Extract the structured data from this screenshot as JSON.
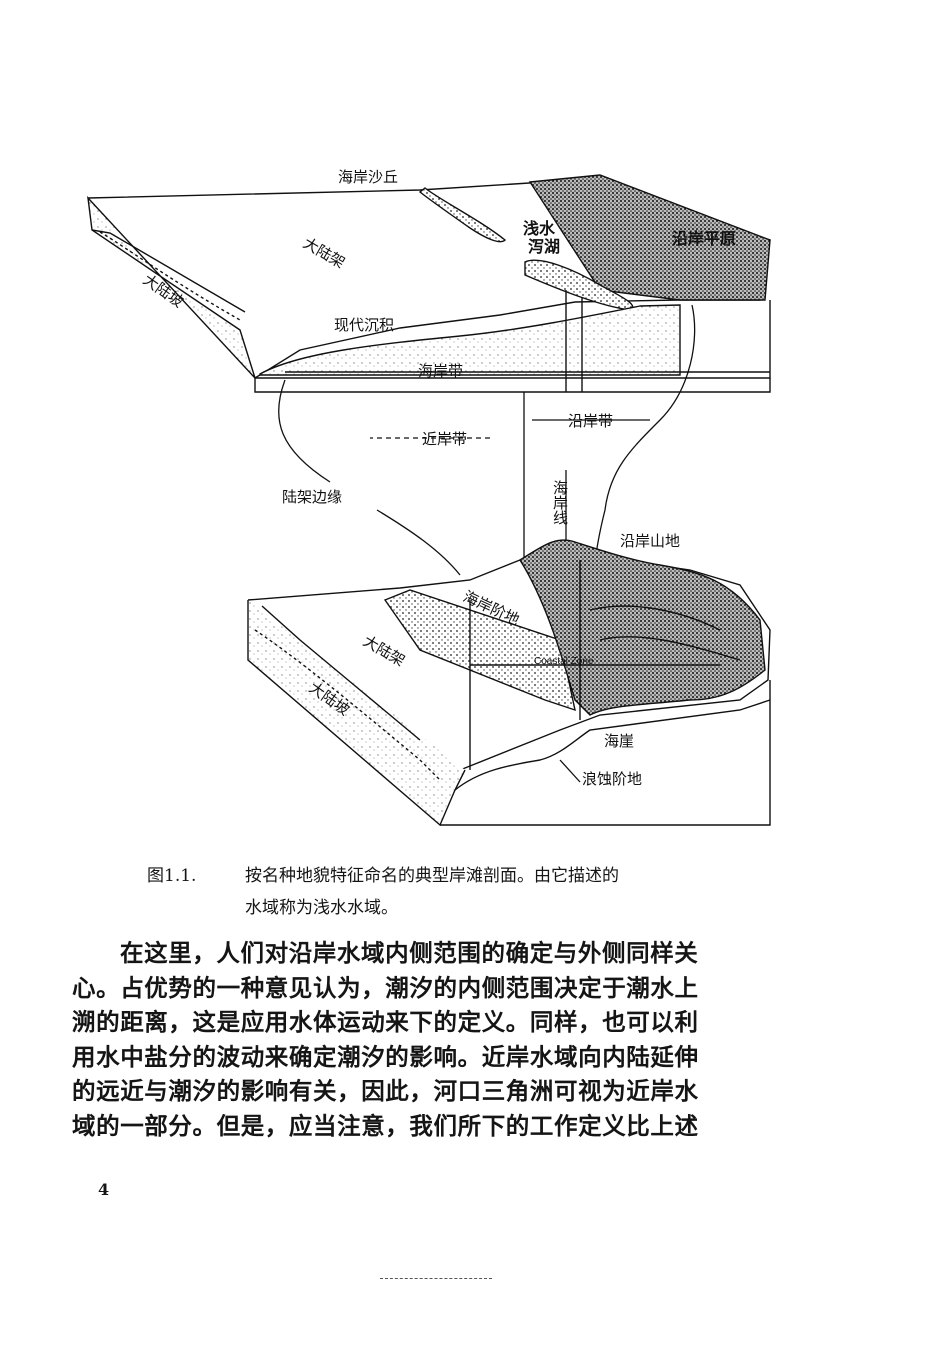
{
  "figure": {
    "labels": {
      "coastal_dune": "海岸沙丘",
      "shallow_lagoon": "浅水\n泻湖",
      "coastal_plain": "沿岸平原",
      "continental_shelf_top": "大陆架",
      "continental_slope_top": "大陆坡",
      "modern_sediment": "现代沉积",
      "shore_zone": "海岸带",
      "nearshore_zone": "近岸带",
      "coastal_belt": "沿岸带",
      "shoreline": "海岸线",
      "shelf_edge": "陆架边缘",
      "coastal_mountain": "沿岸山地",
      "coastal_terrace": "海岸阶地",
      "coastal_zone_en": "Coastal Zone",
      "continental_shelf_bottom": "大陆架",
      "continental_slope_bottom": "大陆坡",
      "sea_cliff": "海崖",
      "wave_cut_terrace": "浪蚀阶地"
    }
  },
  "caption": {
    "number": "图1.1.",
    "line1": "按名种地貌特征命名的典型岸滩剖面。由它描述的",
    "line2": "水域称为浅水水域。"
  },
  "body_lines": [
    "在这里，人们对沿岸水域内侧范围的确定与外侧同样关",
    "心。占优势的一种意见认为，潮汐的内侧范围决定于潮水上",
    "溯的距离，这是应用水体运动来下的定义。同样，也可以利",
    "用水中盐分的波动来确定潮汐的影响。近岸水域向内陆延伸",
    "的远近与潮汐的影响有关，因此，河口三角洲可视为近岸水",
    "域的一部分。但是，应当注意，我们所下的工作定义比上述"
  ],
  "page_number": "4"
}
